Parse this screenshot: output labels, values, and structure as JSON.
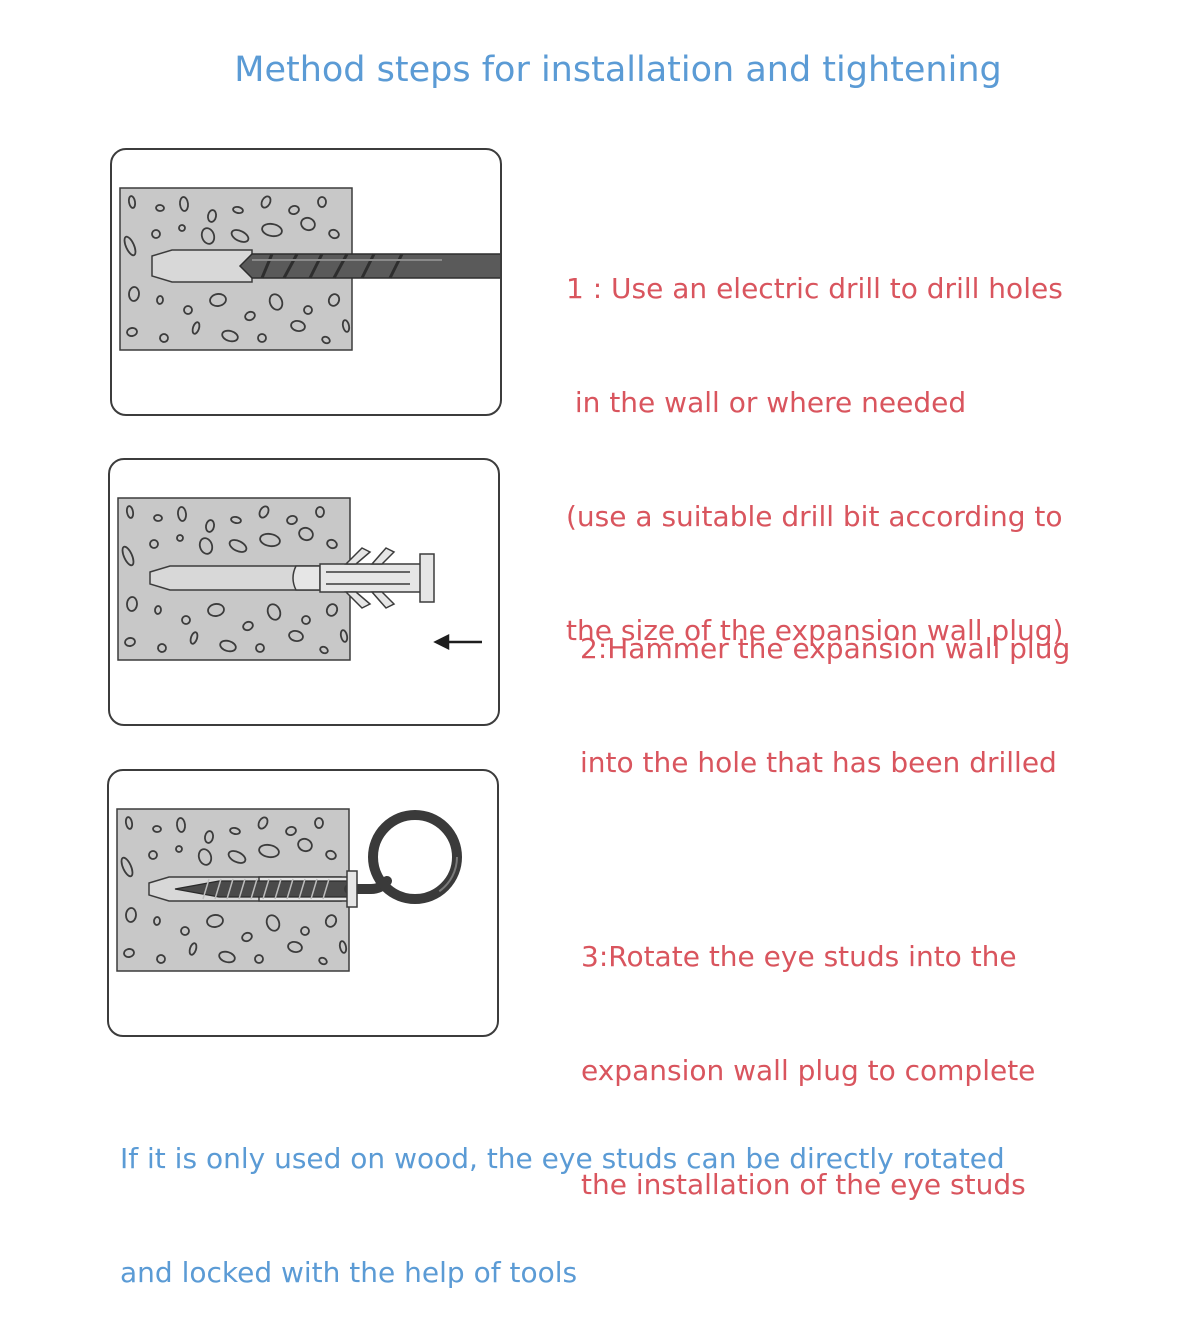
{
  "title": "Method steps for installation and tightening",
  "steps": [
    {
      "id": 1,
      "lines": [
        "1 : Use an electric drill to drill holes",
        " in the wall or where needed",
        "(use a suitable drill bit according to",
        "the size of the expansion wall plug)"
      ]
    },
    {
      "id": 2,
      "lines": [
        "2:Hammer the expansion wall plug",
        "into the hole that has been drilled"
      ]
    },
    {
      "id": 3,
      "lines": [
        "3:Rotate the eye studs into the",
        "expansion wall plug to complete",
        "the installation of the eye studs"
      ]
    }
  ],
  "note": [
    "If it is only used on wood, the eye studs can be directly rotated",
    "and locked with the help of tools"
  ],
  "colors": {
    "title": "#5b9bd5",
    "step_text": "#d9555e",
    "note_text": "#5b9bd5",
    "wall": "#c8c8c8",
    "outline": "#3c3c3c"
  }
}
